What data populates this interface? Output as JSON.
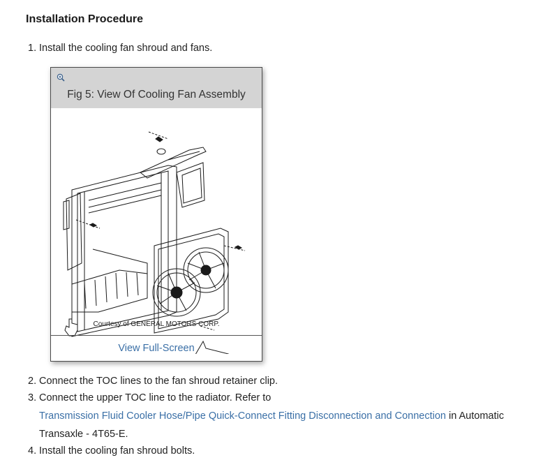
{
  "section": {
    "heading": "Installation Procedure"
  },
  "steps": [
    {
      "num": "1.",
      "text": "Install the cooling fan shroud and fans."
    },
    {
      "num": "2.",
      "text": "Connect the TOC lines to the fan shroud retainer clip."
    },
    {
      "num": "3.",
      "text": "Connect the upper TOC line to the radiator. Refer to",
      "link": "Transmission Fluid Cooler Hose/Pipe Quick-Connect Fitting Disconnection and Connection",
      "after_link": " in Automatic",
      "tail": "Transaxle - 4T65-E."
    },
    {
      "num": "4.",
      "text": "Install the cooling fan shroud bolts."
    }
  ],
  "figure": {
    "title": "Fig 5: View Of Cooling Fan Assembly",
    "courtesy": "Courtesy of GENERAL MOTORS CORP.",
    "fullscreen_label": "View Full-Screen",
    "zoom_icon": "zoom-in-icon"
  },
  "colors": {
    "link": "#3a6fa6",
    "figure_header": "#d4d4d4",
    "text": "#222222"
  }
}
